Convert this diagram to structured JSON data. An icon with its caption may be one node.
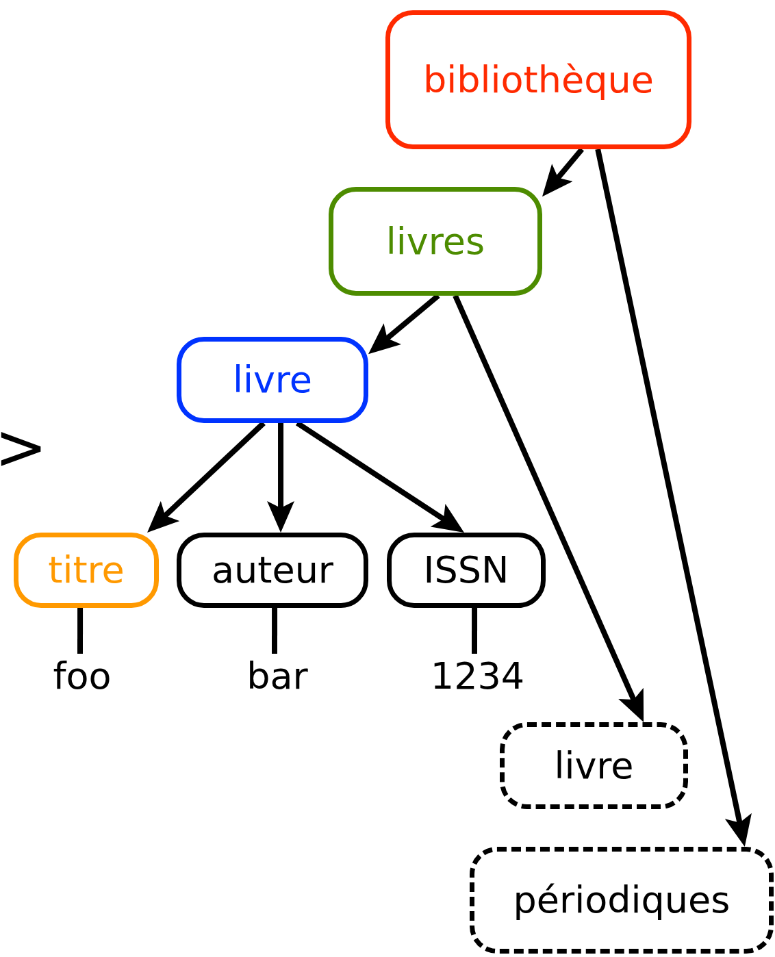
{
  "diagram": {
    "nodes": [
      {
        "text": [
          "bibliothèque"
        ]
      },
      {
        "text": [
          "livres"
        ]
      },
      {
        "text": [
          "livre"
        ]
      },
      {
        "text": [
          "titre"
        ]
      },
      {
        "text": [
          "auteur"
        ]
      },
      {
        "text": [
          "ISSN"
        ]
      },
      {
        "text": [
          "foo"
        ]
      },
      {
        "text": [
          "bar"
        ]
      },
      {
        "text": [
          "1234"
        ]
      },
      {
        "text": [
          "livre"
        ]
      },
      {
        "text": [
          "périodiques"
        ]
      }
    ],
    "edges": [
      {
        "from": 0,
        "to": 1,
        "arrow": "to"
      },
      {
        "from": 0,
        "to": 10,
        "arrow": "to"
      },
      {
        "from": 1,
        "to": 2,
        "arrow": "to"
      },
      {
        "from": 1,
        "to": 9,
        "arrow": "to"
      },
      {
        "from": 2,
        "to": 3,
        "arrow": "to"
      },
      {
        "from": 2,
        "to": 4,
        "arrow": "to"
      },
      {
        "from": 2,
        "to": 5,
        "arrow": "to"
      },
      {
        "from": 3,
        "to": 6,
        "arrow": "none"
      },
      {
        "from": 4,
        "to": 7,
        "arrow": "none"
      },
      {
        "from": 5,
        "to": 8,
        "arrow": "none"
      }
    ],
    "labels": [
      ">"
    ]
  }
}
